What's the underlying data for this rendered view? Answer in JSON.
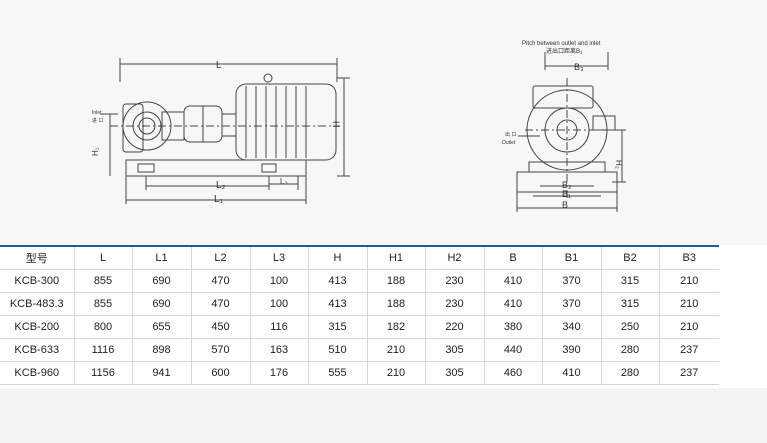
{
  "drawing": {
    "side_view": {
      "dim_L": "L",
      "dim_L1": "L₁",
      "dim_L2": "L₂",
      "dim_L3": "L₃",
      "dim_H": "H",
      "dim_H1": "H₁",
      "inlet_en": "Inlet",
      "inlet_cn": "进 口"
    },
    "end_view": {
      "pitch_en": "Pitch between outlet and inlet",
      "pitch_cn": "进出口距离B₃",
      "dim_B3": "B₃",
      "dim_B2": "B₂",
      "dim_B1": "B₁",
      "dim_B": "B",
      "dim_H2": "H₂",
      "outlet_cn": "出 口",
      "outlet_en": "Outlet"
    }
  },
  "table": {
    "headers": [
      "型号",
      "L",
      "L1",
      "L2",
      "L3",
      "H",
      "H1",
      "H2",
      "B",
      "B1",
      "B2",
      "B3"
    ],
    "rows": [
      [
        "KCB-300",
        "855",
        "690",
        "470",
        "100",
        "413",
        "188",
        "230",
        "410",
        "370",
        "315",
        "210"
      ],
      [
        "KCB-483.3",
        "855",
        "690",
        "470",
        "100",
        "413",
        "188",
        "230",
        "410",
        "370",
        "315",
        "210"
      ],
      [
        "KCB-200",
        "800",
        "655",
        "450",
        "116",
        "315",
        "182",
        "220",
        "380",
        "340",
        "250",
        "210"
      ],
      [
        "KCB-633",
        "1116",
        "898",
        "570",
        "163",
        "510",
        "210",
        "305",
        "440",
        "390",
        "280",
        "237"
      ],
      [
        "KCB-960",
        "1156",
        "941",
        "600",
        "176",
        "555",
        "210",
        "305",
        "460",
        "410",
        "280",
        "237"
      ]
    ]
  },
  "colors": {
    "header_rule": "#1c5f95",
    "grid": "#d6d6d6",
    "drawing_ink": "#444444"
  }
}
